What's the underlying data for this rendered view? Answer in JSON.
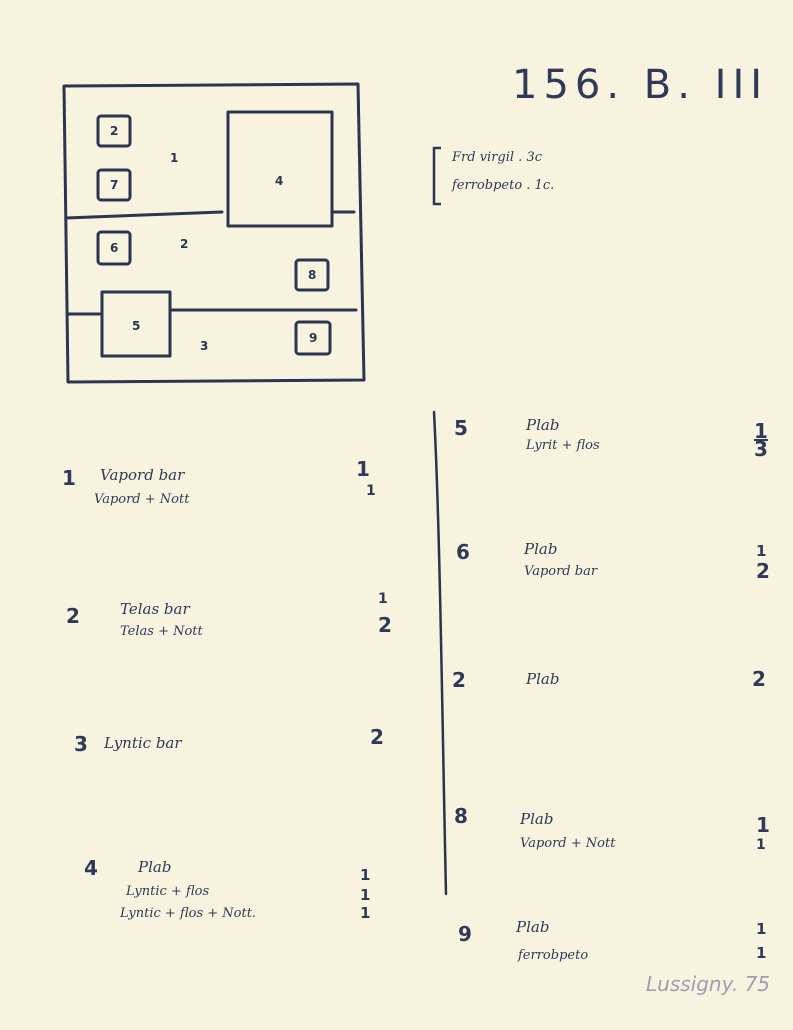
{
  "title": "156. B. III",
  "notes": [
    "Frd virgil . 3c",
    "ferrobpeto . 1c."
  ],
  "diagram": {
    "boxes": [
      "2",
      "7",
      "4",
      "6",
      "8",
      "5",
      "9"
    ],
    "zones": [
      "1",
      "2",
      "3"
    ]
  },
  "entries_left": [
    {
      "num": "1",
      "lines": [
        "Vapord bar",
        "Vapord + Nott"
      ],
      "vals": [
        "1",
        "1"
      ]
    },
    {
      "num": "2",
      "lines": [
        "Telas bar",
        "Telas + Nott"
      ],
      "vals": [
        "1",
        "2"
      ]
    },
    {
      "num": "3",
      "lines": [
        "Lyntic bar"
      ],
      "vals": [
        "2"
      ]
    },
    {
      "num": "4",
      "lines": [
        "Plab",
        "Lyntic + flos",
        "Lyntic + flos + Nott."
      ],
      "vals": [
        "1",
        "1",
        "1"
      ]
    }
  ],
  "entries_right": [
    {
      "num": "5",
      "lines": [
        "Plab",
        "Lyrit + flos"
      ],
      "vals": [
        "1",
        "3"
      ]
    },
    {
      "num": "6",
      "lines": [
        "Plab",
        "Vapord bar"
      ],
      "vals": [
        "1",
        "2"
      ]
    },
    {
      "num": "2",
      "lines": [
        "Plab"
      ],
      "vals": [
        "2"
      ]
    },
    {
      "num": "8",
      "lines": [
        "Plab",
        "Vapord + Nott"
      ],
      "vals": [
        "1",
        "1"
      ]
    },
    {
      "num": "9",
      "lines": [
        "Plab",
        "ferrobpeto"
      ],
      "vals": [
        "1",
        "1"
      ]
    }
  ],
  "signature": "Lussigny. 75"
}
